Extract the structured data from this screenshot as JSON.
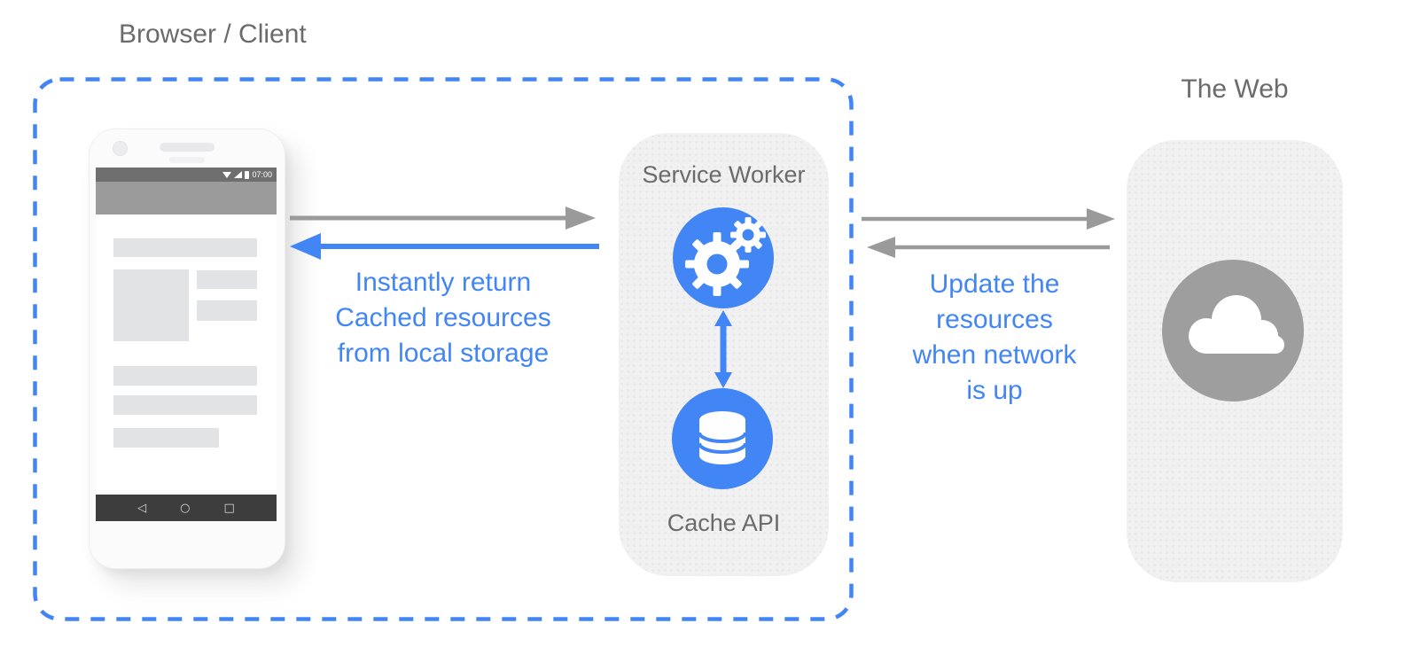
{
  "colors": {
    "blue": "#4285f4",
    "arrow_gray": "#9a9a9a",
    "text_gray": "#6b6b6b",
    "panel_bg": "#f1f1f2",
    "web_circle_gray": "#9e9e9e"
  },
  "browser_client": {
    "title": "Browser / Client"
  },
  "service_worker": {
    "title": "Service Worker",
    "gears_icon": "gears-icon",
    "cache": {
      "label": "Cache API",
      "icon": "database-icon"
    }
  },
  "web": {
    "title": "The Web",
    "icon": "cloud-icon"
  },
  "flows": {
    "left": {
      "lines": [
        "Instantly return",
        "Cached resources",
        "from local storage"
      ]
    },
    "right": {
      "lines": [
        "Update the",
        "resources",
        "when network",
        "is up"
      ]
    }
  },
  "phone": {
    "status": {
      "time": "07:00",
      "icons": [
        "wifi-icon",
        "signal-icon",
        "battery-icon"
      ]
    },
    "nav": {
      "back": "◁",
      "home": "○",
      "recents": "□"
    }
  }
}
